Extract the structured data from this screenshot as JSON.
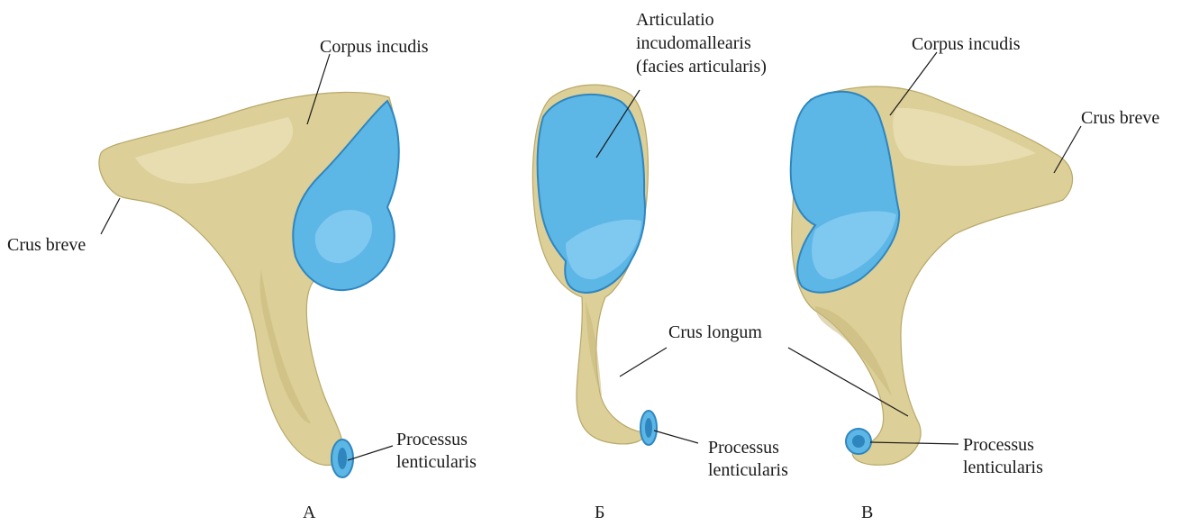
{
  "views": {
    "a": {
      "letter": "А",
      "corpus_incudis": "Corpus incudis",
      "crus_breve": "Crus breve",
      "processus_line1": "Processus",
      "processus_line2": "lenticularis"
    },
    "b": {
      "letter": "Б",
      "articulatio_line1": "Articulatio",
      "articulatio_line2": "incudomallearis",
      "articulatio_line3": "(facies articularis)",
      "processus_line1": "Processus",
      "processus_line2": "lenticularis"
    },
    "c": {
      "letter": "В",
      "corpus_incudis": "Corpus incudis",
      "crus_breve": "Crus breve",
      "processus_line1": "Processus",
      "processus_line2": "lenticularis"
    },
    "shared": {
      "crus_longum": "Crus longum"
    }
  },
  "colors": {
    "bone": "#dccf97",
    "cartilage": "#5cb6e6",
    "text": "#1a1a1a"
  }
}
